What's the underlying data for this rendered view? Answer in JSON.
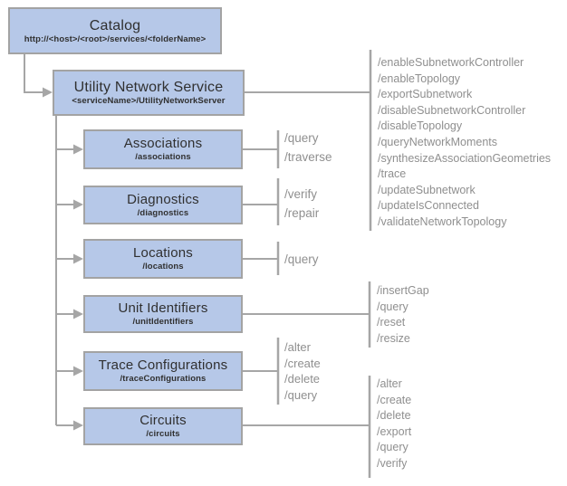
{
  "diagram": {
    "nodes": {
      "catalog": {
        "title": "Catalog",
        "subtitle": "http://<host>/<root>/services/<folderName>"
      },
      "utility_network_service": {
        "title": "Utility Network Service",
        "subtitle": "<serviceName>/UtilityNetworkServer"
      },
      "associations": {
        "title": "Associations",
        "subtitle": "/associations"
      },
      "diagnostics": {
        "title": "Diagnostics",
        "subtitle": "/diagnostics"
      },
      "locations": {
        "title": "Locations",
        "subtitle": "/locations"
      },
      "unit_identifiers": {
        "title": "Unit Identifiers",
        "subtitle": "/unitIdentifiers"
      },
      "trace_configurations": {
        "title": "Trace Configurations",
        "subtitle": "/traceConfigurations"
      },
      "circuits": {
        "title": "Circuits",
        "subtitle": "/circuits"
      }
    },
    "operations": {
      "utility_network_service": {
        "items": [
          "/enableSubnetworkController",
          "/enableTopology",
          "/exportSubnetwork",
          "/disableSubnetworkController",
          "/disableTopology",
          "/queryNetworkMoments",
          "/synthesizeAssociationGeometries",
          "/trace",
          "/updateSubnetwork",
          "/updateIsConnected",
          "/validateNetworkTopology"
        ]
      },
      "associations": {
        "items": [
          "/query",
          "/traverse"
        ]
      },
      "diagnostics": {
        "items": [
          "/verify",
          "/repair"
        ]
      },
      "locations": {
        "items": [
          "/query"
        ]
      },
      "unit_identifiers": {
        "items": [
          "/insertGap",
          "/query",
          "/reset",
          "/resize"
        ]
      },
      "trace_configurations": {
        "items": [
          "/alter",
          "/create",
          "/delete",
          "/query"
        ]
      },
      "circuits": {
        "items": [
          "/alter",
          "/create",
          "/delete",
          "/export",
          "/query",
          "/verify"
        ]
      }
    },
    "colors": {
      "box_fill": "#b6c8e8",
      "box_border": "#a3a3a3",
      "connector": "#a6a6a6",
      "node_text": "#303030",
      "operation_text": "#8f8f8f",
      "page_bg": "#ffffff"
    }
  }
}
